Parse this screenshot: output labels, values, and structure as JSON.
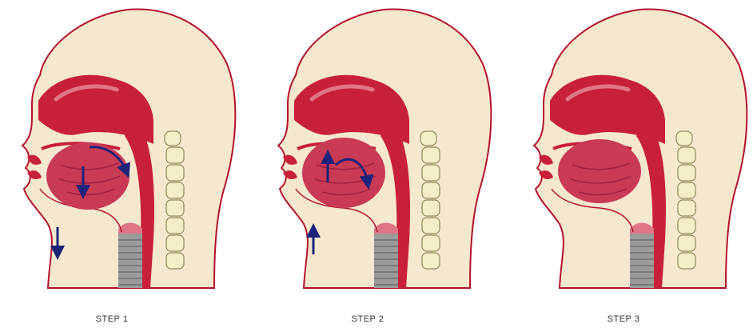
{
  "steps": [
    {
      "label": "STEP 1",
      "arrows": [
        "jaw-down",
        "tongue-down",
        "palate-curve"
      ]
    },
    {
      "label": "STEP 2",
      "arrows": [
        "jaw-up",
        "tongue-up",
        "tongue-curve"
      ]
    },
    {
      "label": "STEP 3",
      "arrows": []
    }
  ],
  "colors": {
    "skin": "#f6e7cf",
    "outline": "#b3122b",
    "tissue": "#c8203a",
    "tissue_light": "#e07585",
    "tongue": "#c93a55",
    "vertebra": "#f3edc8",
    "vertebra_outline": "#8f8a5c",
    "trachea": "#9a9a9a",
    "arrow": "#1b237a"
  }
}
